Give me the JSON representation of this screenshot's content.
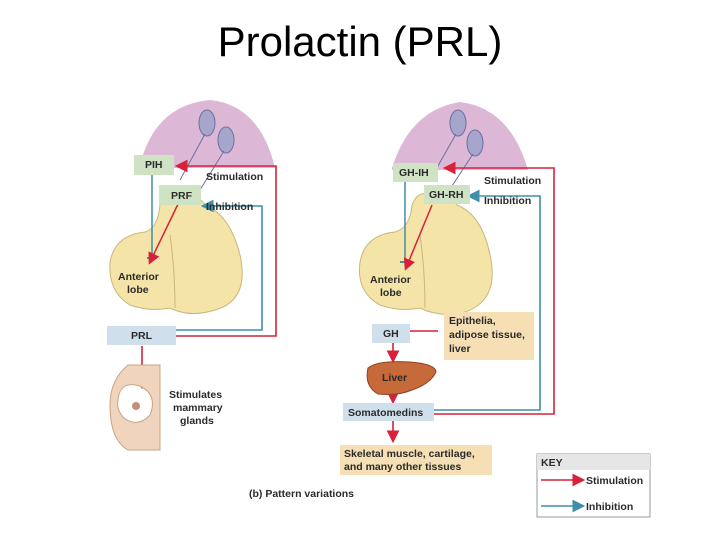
{
  "title": "Prolactin (PRL)",
  "left": {
    "pih": "PIH",
    "prf": "PRF",
    "stimulation": "Stimulation",
    "inhibition": "Inhibition",
    "anterior_line1": "Anterior",
    "anterior_line2": "lobe",
    "prl": "PRL",
    "stim_line1": "Stimulates",
    "stim_line2": "mammary",
    "stim_line3": "glands"
  },
  "right": {
    "ghih": "GH-IH",
    "ghrh": "GH-RH",
    "stimulation": "Stimulation",
    "inhibition": "Inhibition",
    "anterior_line1": "Anterior",
    "anterior_line2": "lobe",
    "gh": "GH",
    "epi_line1": "Epithelia,",
    "epi_line2": "adipose  tissue,",
    "epi_line3": "liver",
    "liver": "Liver",
    "somatomedins": "Somatomedins",
    "skel_line1": "Skeletal muscle, cartilage,",
    "skel_line2": "and many other tissues"
  },
  "caption": "(b) Pattern variations",
  "key": {
    "title": "KEY",
    "stimulation": "Stimulation",
    "inhibition": "Inhibition"
  },
  "colors": {
    "stimulation": "#d9203a",
    "inhibition": "#3e8fa8",
    "label_box_green": "#cfe3c4",
    "label_box_blue": "#cfe0ec",
    "label_box_tan": "#f6dfb4",
    "pituitary": "#f4e4a8",
    "hypothalamus": "#ddb8d6",
    "neuron": "#a6a6cc",
    "liver": "#c66a3a"
  }
}
